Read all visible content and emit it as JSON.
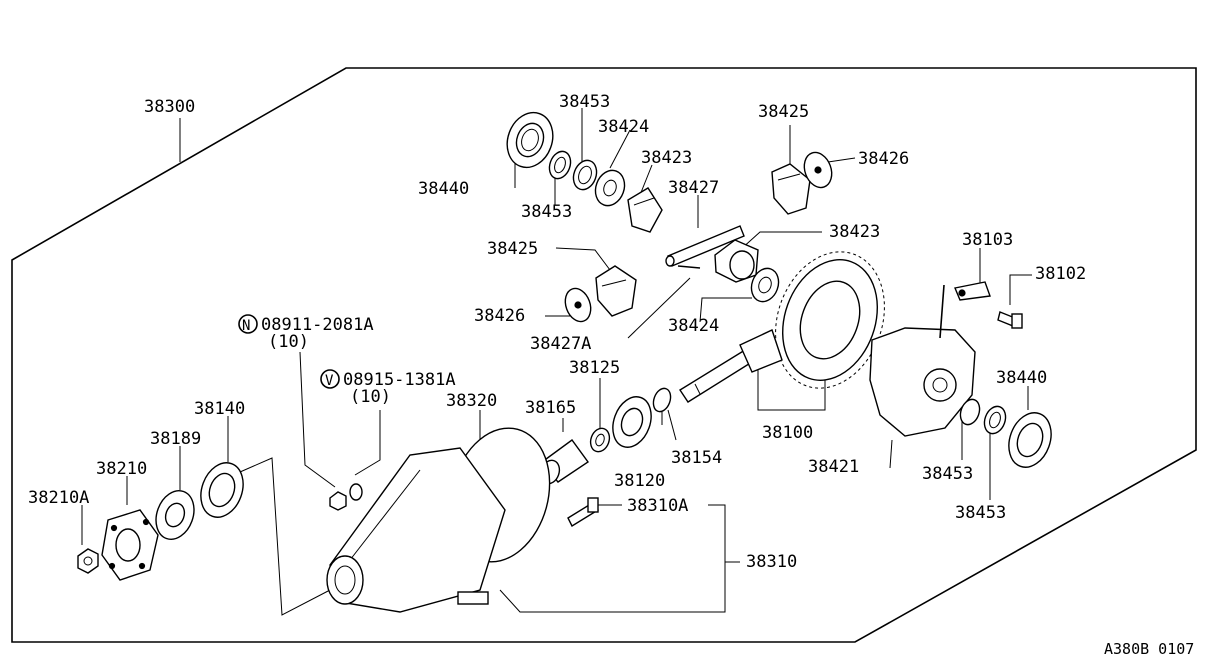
{
  "diagram_id": "A380B 0107",
  "labels": {
    "l38300": "38300",
    "l38453a": "38453",
    "l38424a": "38424",
    "l38423a": "38423",
    "l38440a": "38440",
    "l38453b": "38453",
    "l38427": "38427",
    "l38425a": "38425",
    "l38426a": "38426",
    "l38423b": "38423",
    "l38425b": "38425",
    "l38426b": "38426",
    "l38424b": "38424",
    "l38427A": "38427A",
    "l38103": "38103",
    "l38102": "38102",
    "l38125": "38125",
    "l38440b": "38440",
    "l38165": "38165",
    "l38320": "38320",
    "l38140": "38140",
    "l38189": "38189",
    "l38210": "38210",
    "l38210A": "38210A",
    "l38120": "38120",
    "l38154": "38154",
    "l38100": "38100",
    "l38421": "38421",
    "l38453c": "38453",
    "l38453d": "38453",
    "l38310A": "38310A",
    "l38310": "38310",
    "nut_code": "08911-2081A",
    "nut_qty": "(10)",
    "washer_code": "08915-1381A",
    "washer_qty": "(10)",
    "nut_symbol": "N",
    "washer_symbol": "V"
  }
}
